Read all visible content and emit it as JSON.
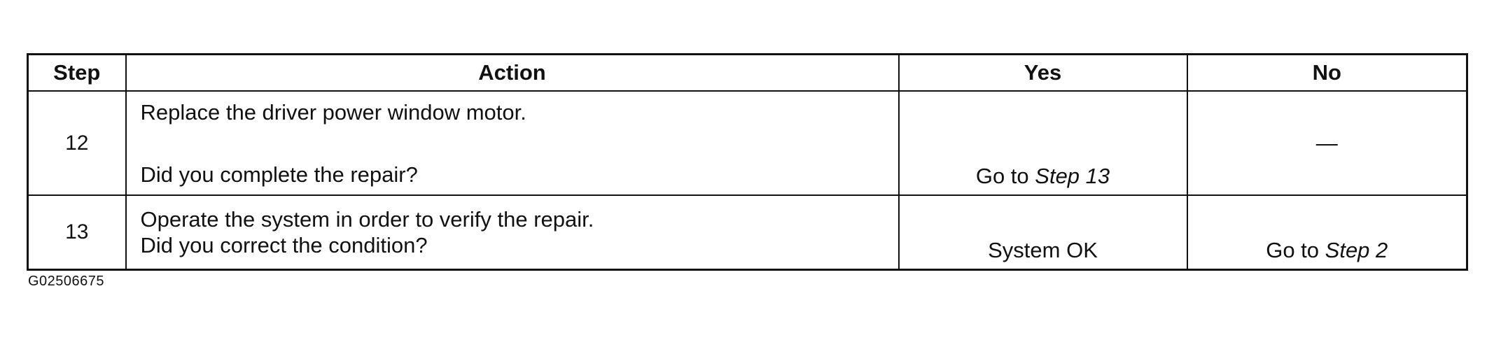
{
  "table": {
    "headers": {
      "step": "Step",
      "action": "Action",
      "yes": "Yes",
      "no": "No"
    },
    "rows": [
      {
        "step": "12",
        "action_line1": "Replace the driver power window motor.",
        "action_line2": "Did you complete the repair?",
        "yes_prefix": "Go to ",
        "yes_ref": "Step 13",
        "no": "—"
      },
      {
        "step": "13",
        "action_line1": "Operate the system in order to verify the repair.",
        "action_line2": "Did you correct the condition?",
        "yes": "System OK",
        "no_prefix": "Go to ",
        "no_ref": "Step 2"
      }
    ]
  },
  "figure_id": "G02506675"
}
